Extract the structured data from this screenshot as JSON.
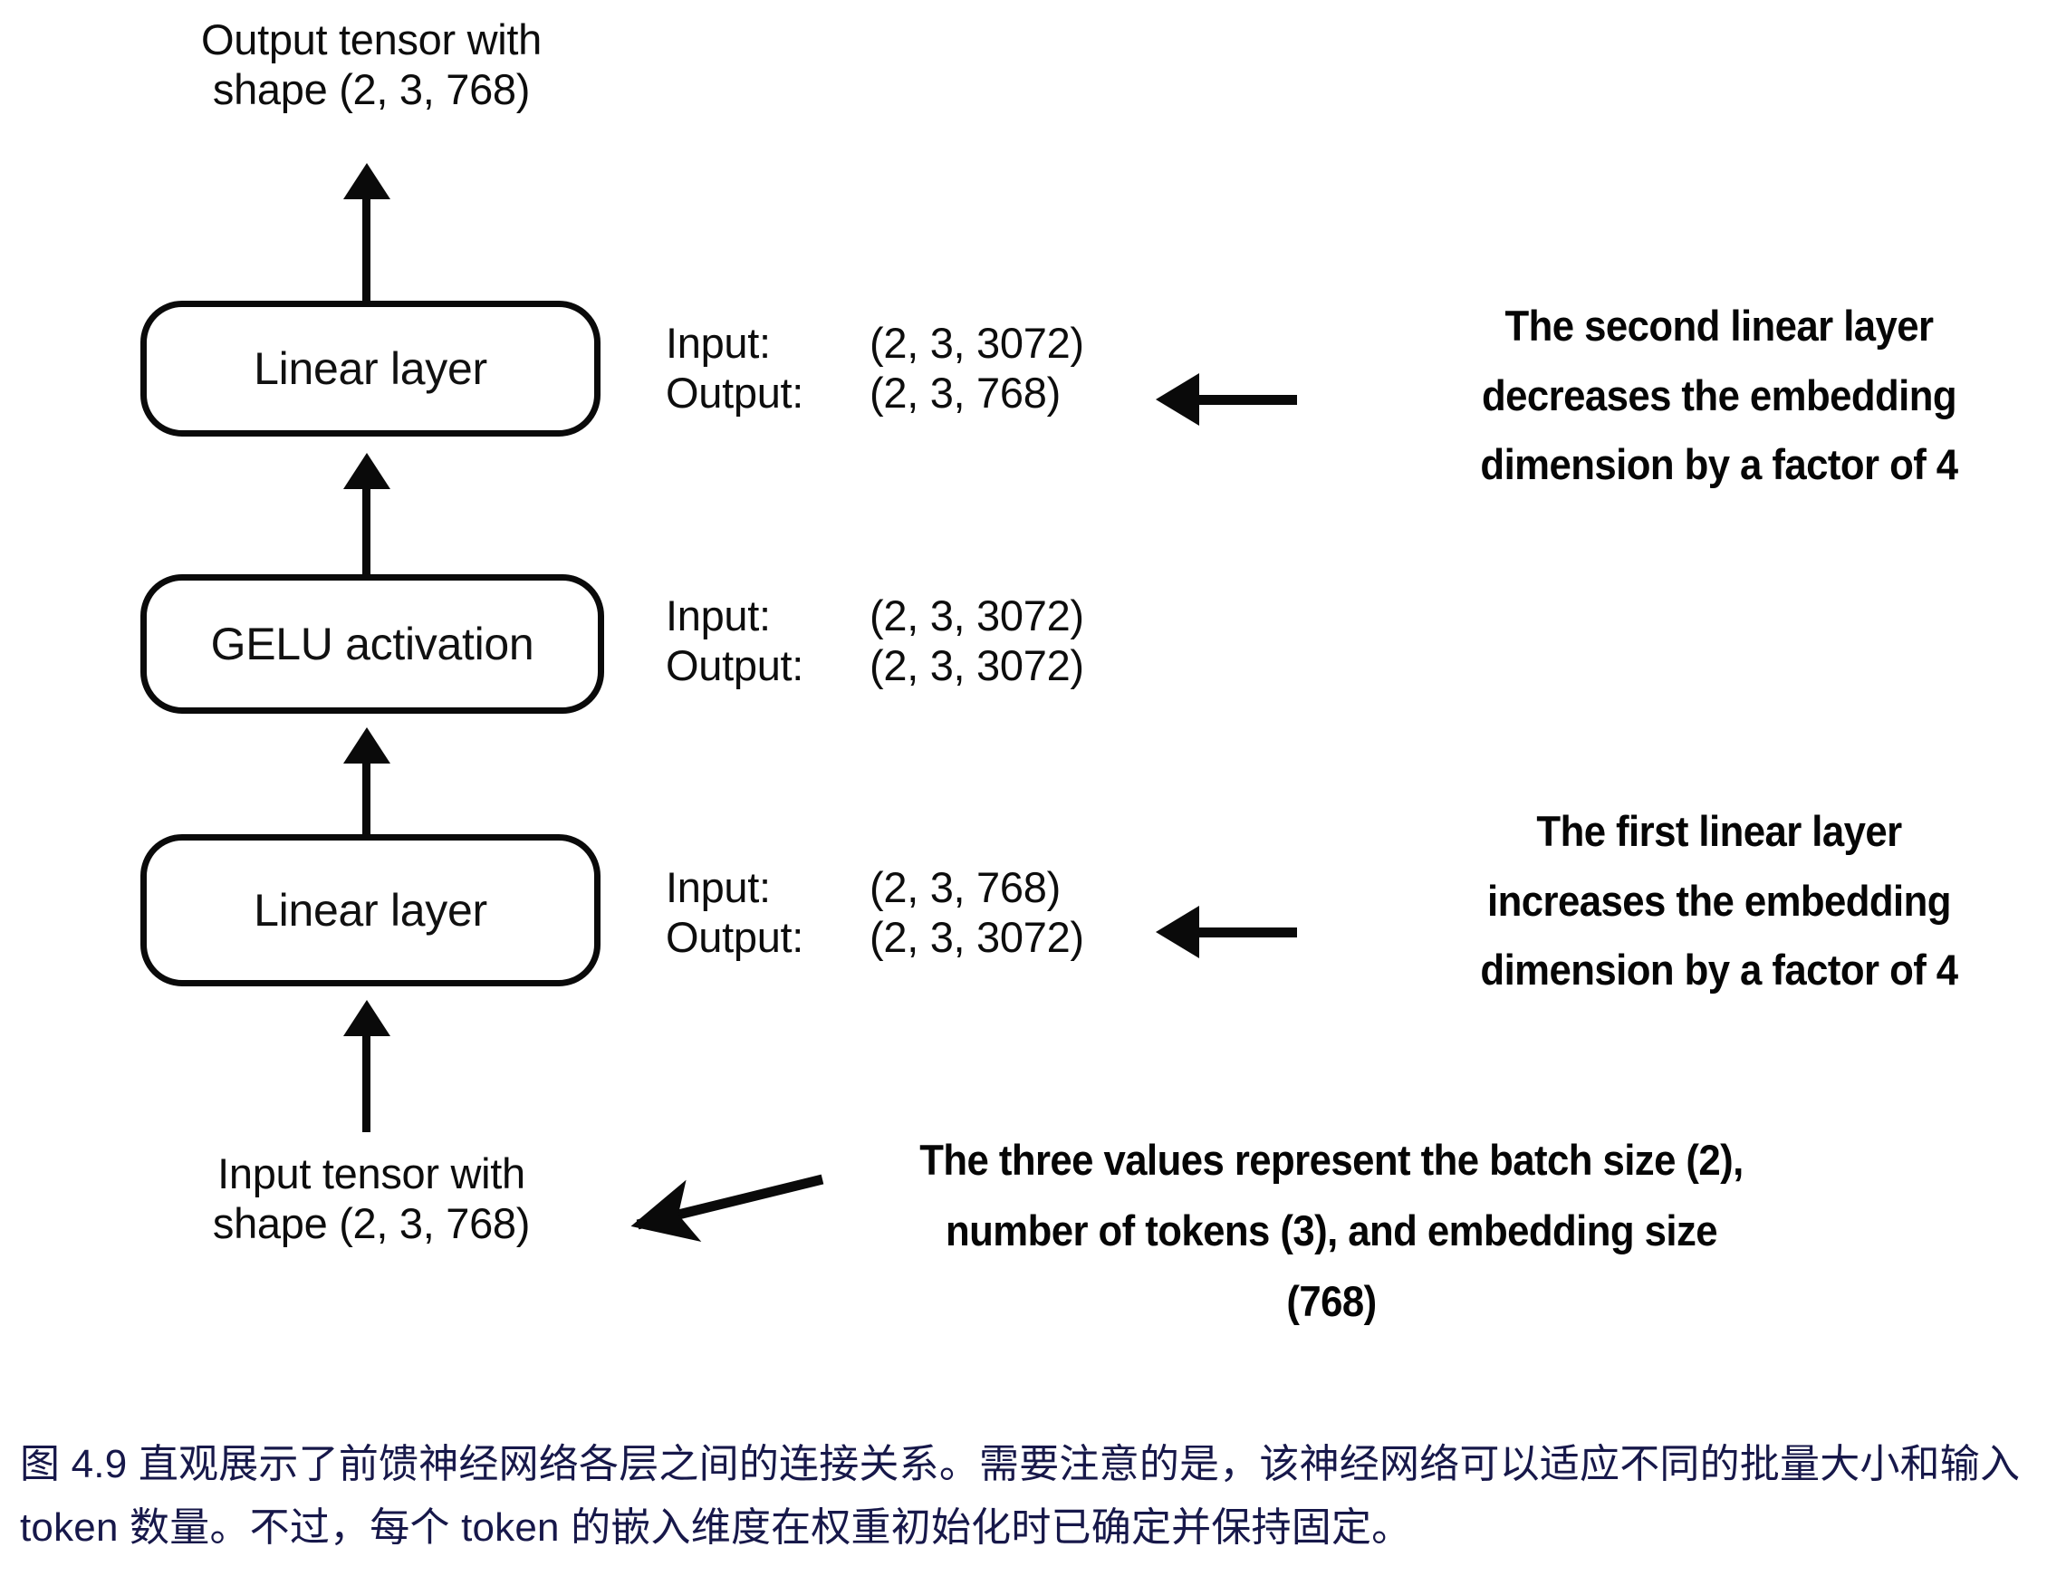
{
  "diagram": {
    "top_label": "Output tensor with\nshape (2, 3, 768)",
    "bottom_label": "Input tensor with\nshape (2, 3, 768)",
    "nodes": [
      {
        "id": "linear-2",
        "label": "Linear layer"
      },
      {
        "id": "gelu",
        "label": "GELU activation"
      },
      {
        "id": "linear-1",
        "label": "Linear layer"
      }
    ],
    "io_specs": [
      {
        "for": "linear-2",
        "input_key": "Input:",
        "input_value": "(2, 3, 3072)",
        "output_key": "Output:",
        "output_value": "(2, 3, 768)"
      },
      {
        "for": "gelu",
        "input_key": "Input:",
        "input_value": "(2, 3, 3072)",
        "output_key": "Output:",
        "output_value": "(2, 3, 3072)"
      },
      {
        "for": "linear-1",
        "input_key": "Input:",
        "input_value": "(2, 3, 768)",
        "output_key": "Output:",
        "output_value": "(2, 3, 3072)"
      }
    ],
    "annotations": [
      {
        "id": "second-linear-note",
        "lines": "The second linear layer\ndecreases the embedding\ndimension by a factor of 4"
      },
      {
        "id": "first-linear-note",
        "lines": "The first linear layer\nincreases the embedding\ndimension by a factor of 4"
      },
      {
        "id": "shape-note",
        "lines": "The three values represent the batch size (2),\nnumber of tokens (3), and embedding size\n(768)"
      }
    ],
    "colors": {
      "stroke": "#0a0a0a",
      "text": "#0d0d0d",
      "caption": "#17184a"
    }
  },
  "caption": {
    "text": "图 4.9 直观展示了前馈神经网络各层之间的连接关系。需要注意的是，该神经网络可以适应不同的批量大小和输入 token 数量。不过，每个 token 的嵌入维度在权重初始化时已确定并保持固定。"
  }
}
